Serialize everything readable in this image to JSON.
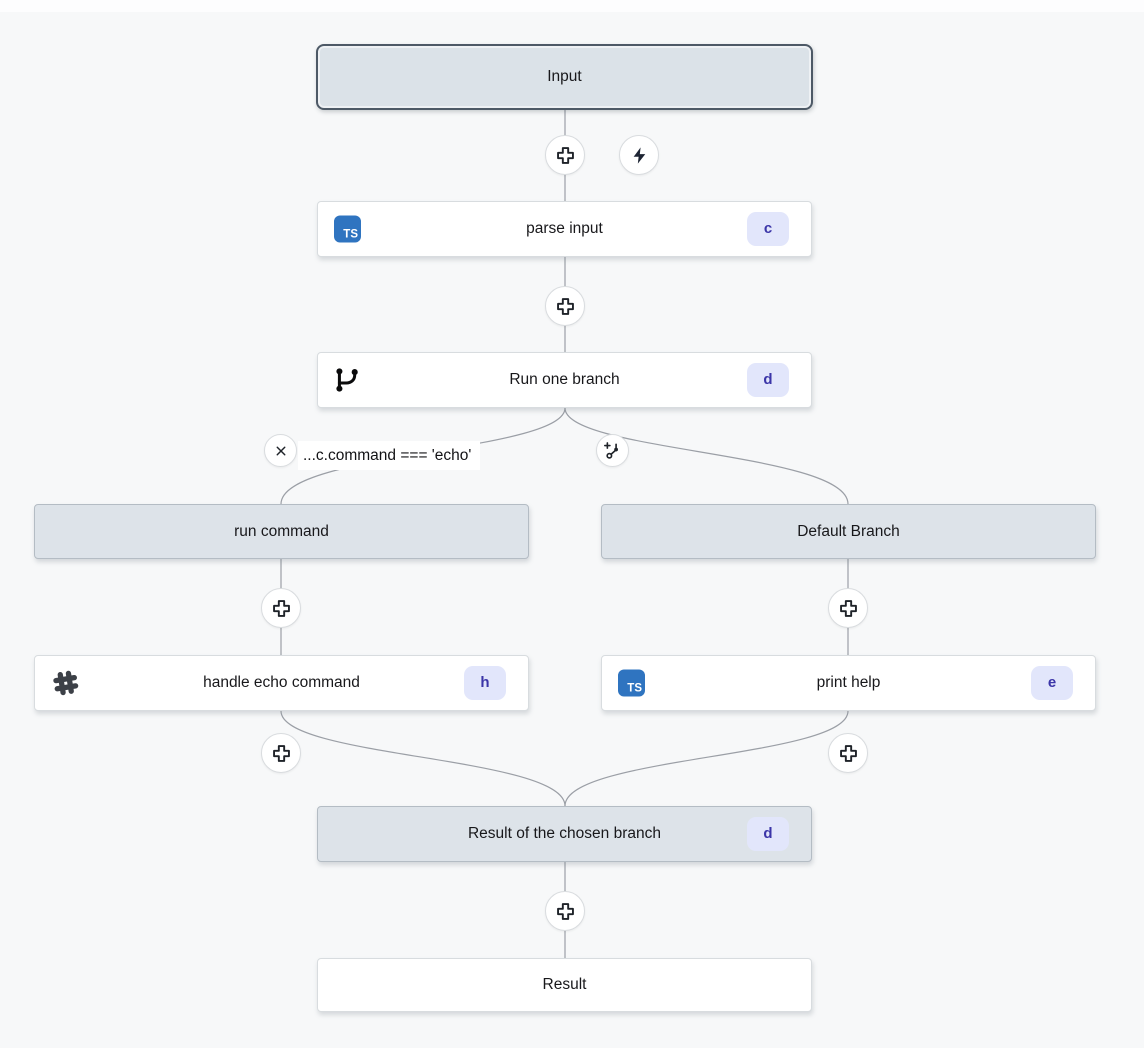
{
  "canvas": {
    "background": "#f7f8f9",
    "connector_color": "#9b9fa6"
  },
  "colors": {
    "node_gray_fill": "#dde3e9",
    "node_white_fill": "#ffffff",
    "selected_border": "#4d5966",
    "badge_bg": "#e2e6fb",
    "badge_text": "#3b35a8",
    "typescript_icon_bg": "#2f74c0"
  },
  "nodes": {
    "input": {
      "label": "Input"
    },
    "parse_input": {
      "label": "parse input",
      "badge": "c"
    },
    "run_one_branch": {
      "label": "Run one branch",
      "badge": "d"
    },
    "run_command": {
      "label": "run command"
    },
    "handle_echo_command": {
      "label": "handle echo command",
      "badge": "h"
    },
    "default_branch": {
      "label": "Default Branch"
    },
    "print_help": {
      "label": "print help",
      "badge": "e"
    },
    "result_of_chosen_branch": {
      "label": "Result of the chosen branch",
      "badge": "d"
    },
    "result": {
      "label": "Result"
    }
  },
  "branch": {
    "condition_label": "...c.command === 'echo'"
  },
  "icons": {
    "ts_label": "TS",
    "add_step": "plus-icon",
    "trigger": "zap-icon",
    "branch_node": "git-branch-icon",
    "condition_marker": "x-icon",
    "add_branch": "branch-plus-icon",
    "script_step": "hash-icon"
  }
}
